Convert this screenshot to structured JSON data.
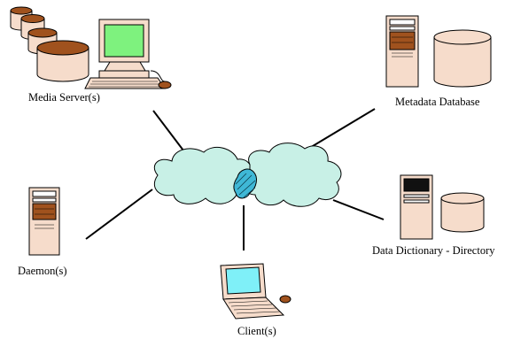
{
  "nodes": {
    "media_server": {
      "label": "Media Server(s)"
    },
    "metadata_db": {
      "label": "Metadata Database"
    },
    "daemon": {
      "label": "Daemon(s)"
    },
    "data_dictionary": {
      "label": "Data Dictionary - Directory"
    },
    "client": {
      "label": "Client(s)"
    }
  },
  "icons": {
    "media_server": "monitor-with-disks-icon",
    "metadata_db": "server-tower-with-database-icon",
    "daemon": "server-tower-icon",
    "data_dictionary": "server-tower-with-database-icon",
    "client": "laptop-icon",
    "network": "network-cloud-icon"
  },
  "colors": {
    "cloud": "#c8f0e6",
    "disk_top": "#a0521e",
    "disk_body": "#f6dccb",
    "tower": "#f6dccb",
    "screen": "#7ef27e",
    "laptop_screen": "#7ff0f8"
  }
}
